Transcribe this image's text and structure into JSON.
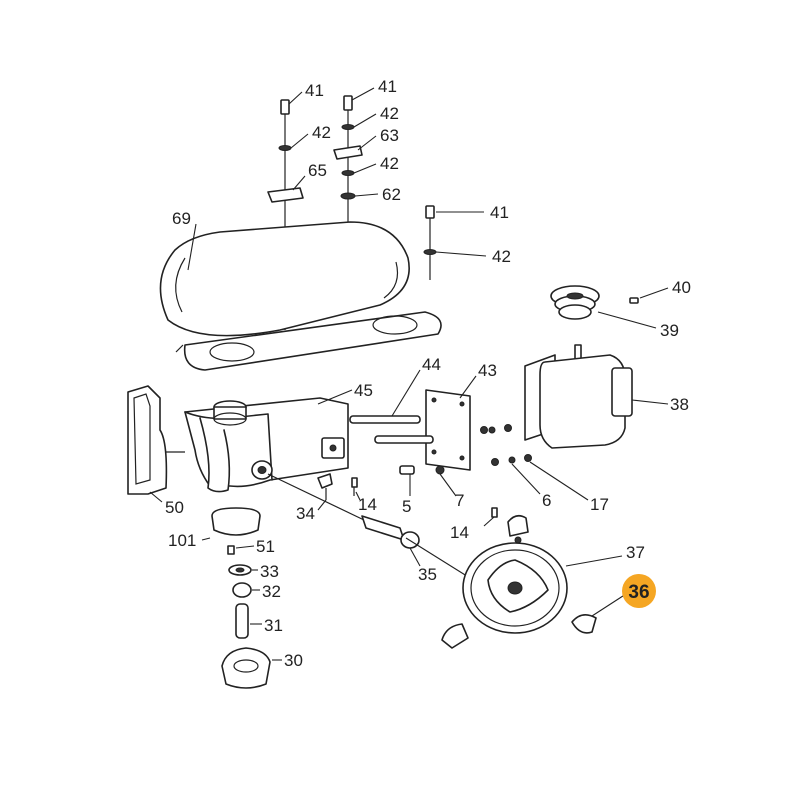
{
  "callouts": {
    "c41a": "41",
    "c41b": "41",
    "c41c": "41",
    "c42a": "42",
    "c42b": "42",
    "c42c": "42",
    "c42d": "42",
    "c63": "63",
    "c65": "65",
    "c62": "62",
    "c69": "69",
    "c40": "40",
    "c39": "39",
    "c38": "38",
    "c44": "44",
    "c43": "43",
    "c45": "45",
    "c50": "50",
    "c34": "34",
    "c14a": "14",
    "c14b": "14",
    "c5": "5",
    "c7": "7",
    "c6": "6",
    "c17": "17",
    "c101": "101",
    "c51": "51",
    "c33": "33",
    "c32": "32",
    "c31": "31",
    "c30": "30",
    "c35": "35",
    "c37": "37",
    "c36": "36"
  },
  "colors": {
    "line": "#222222",
    "highlight": "#f5a623",
    "background": "#ffffff"
  },
  "highlighted_part": "36"
}
